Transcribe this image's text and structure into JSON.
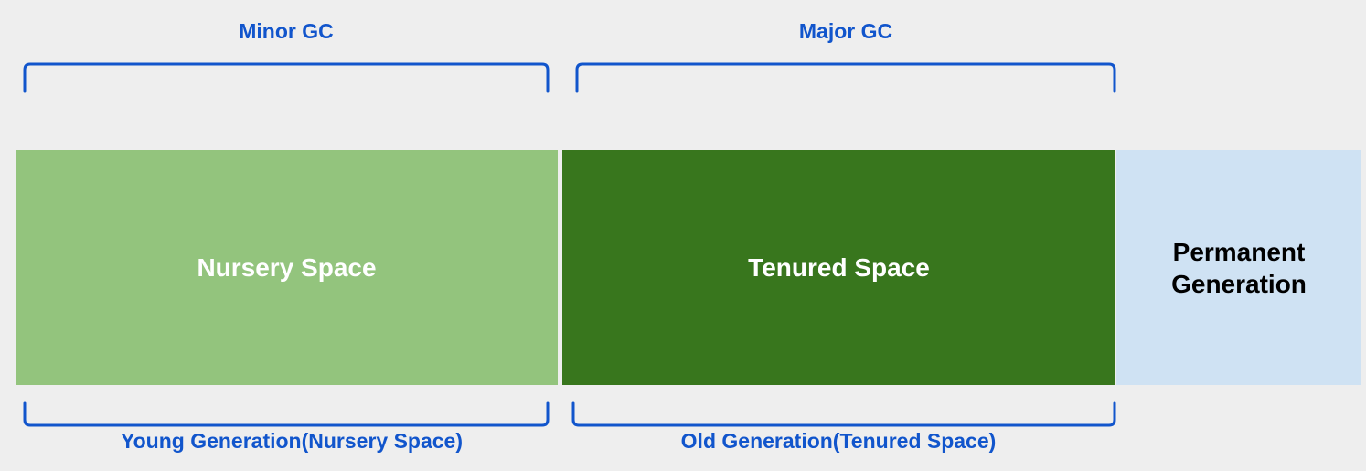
{
  "top_labels": {
    "minor_gc": "Minor GC",
    "major_gc": "Major GC"
  },
  "blocks": {
    "nursery": {
      "text": "Nursery Space",
      "color": "#93c47d",
      "text_color": "#ffffff"
    },
    "tenured": {
      "text": "Tenured Space",
      "color": "#38761d",
      "text_color": "#ffffff"
    },
    "permanent": {
      "text_line1": "Permanent",
      "text_line2": "Generation",
      "color": "#cfe2f3",
      "text_color": "#000000"
    }
  },
  "bottom_labels": {
    "young_generation": "Young Generation(Nursery Space)",
    "old_generation": "Old Generation(Tenured Space)"
  },
  "colors": {
    "background": "#eeeeee",
    "bracket": "#1155cc",
    "label": "#1155cc"
  }
}
